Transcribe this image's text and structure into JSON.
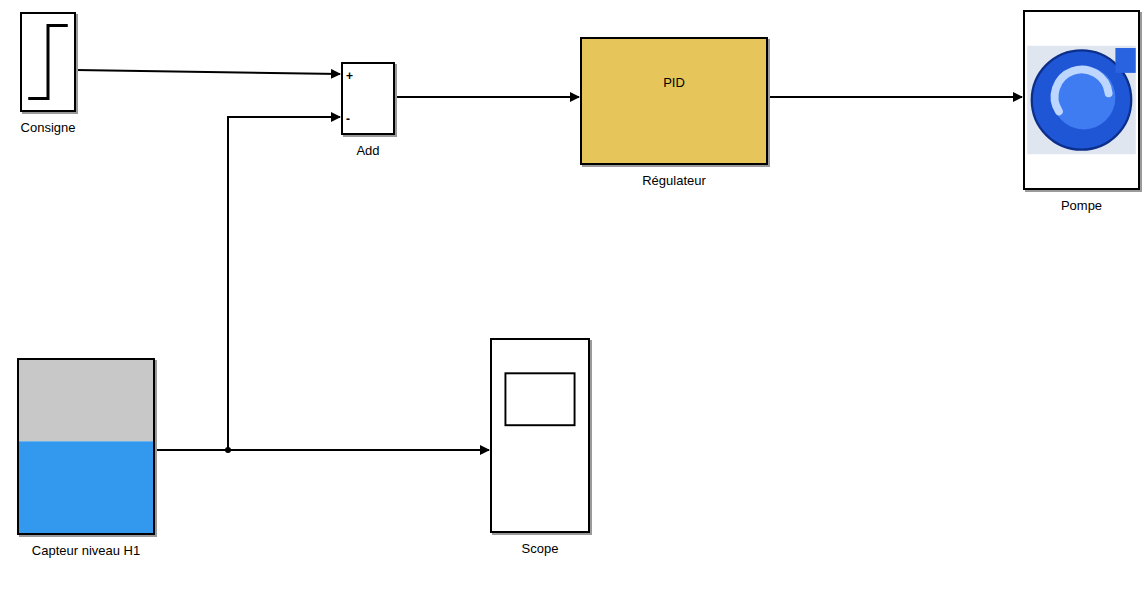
{
  "diagram": {
    "nodes": [
      {
        "text": [
          "Consigne"
        ]
      },
      {
        "text": [
          "+",
          "-",
          "Add"
        ]
      },
      {
        "text": [
          "PID",
          "Régulateur"
        ]
      },
      {
        "text": [
          "Pompe"
        ]
      },
      {
        "text": [
          "Capteur niveau H1"
        ]
      },
      {
        "text": [
          "Scope"
        ]
      }
    ],
    "edges": [
      {
        "from": 0,
        "to": 1,
        "arrow": "to"
      },
      {
        "from": 1,
        "to": 2,
        "arrow": "to"
      },
      {
        "from": 2,
        "to": 3,
        "arrow": "to"
      },
      {
        "from": 4,
        "to": 1,
        "arrow": "to"
      },
      {
        "from": 4,
        "to": 5,
        "arrow": "to"
      }
    ]
  }
}
